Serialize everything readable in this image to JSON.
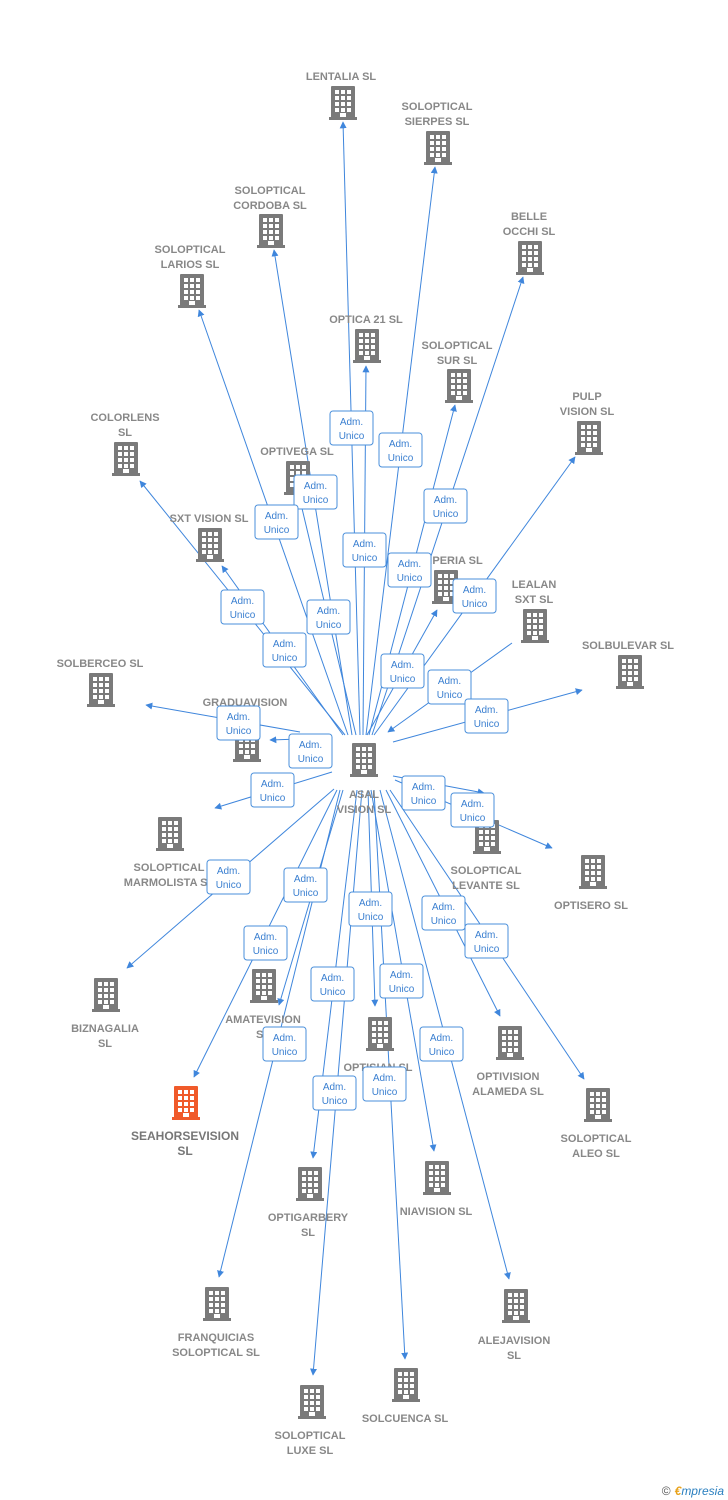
{
  "colors": {
    "edge": "#3f86dc",
    "node": "#7a7a7a",
    "focus_node": "#f05a2a",
    "edge_text": "#3a7fd0"
  },
  "center": {
    "name": [
      "ASAL",
      "VISION  SL"
    ]
  },
  "edge_label": [
    "Adm.",
    "Unico"
  ],
  "nodes": [
    {
      "id": "lentalia",
      "name": [
        "LENTALIA SL"
      ]
    },
    {
      "id": "sierpes",
      "name": [
        "SOLOPTICAL",
        "SIERPES SL"
      ]
    },
    {
      "id": "cordoba",
      "name": [
        "SOLOPTICAL",
        "CORDOBA SL"
      ]
    },
    {
      "id": "belle",
      "name": [
        "BELLE",
        "OCCHI  SL"
      ]
    },
    {
      "id": "larios",
      "name": [
        "SOLOPTICAL",
        "LARIOS SL"
      ]
    },
    {
      "id": "optica21",
      "name": [
        "OPTICA 21 SL"
      ]
    },
    {
      "id": "sur",
      "name": [
        "SOLOPTICAL",
        "SUR SL"
      ]
    },
    {
      "id": "pulp",
      "name": [
        "PULP",
        "VISION  SL"
      ]
    },
    {
      "id": "colorlens",
      "name": [
        "COLORLENS",
        "SL"
      ]
    },
    {
      "id": "optivega",
      "name": [
        "OPTIVEGA SL"
      ]
    },
    {
      "id": "sxt",
      "name": [
        "SXT VISION  SL"
      ]
    },
    {
      "id": "iperia",
      "name": [
        "IPERIA SL"
      ]
    },
    {
      "id": "lealan",
      "name": [
        "LEALAN",
        "SXT  SL"
      ]
    },
    {
      "id": "solbulevar",
      "name": [
        "SOLBULEVAR SL"
      ]
    },
    {
      "id": "solberceo",
      "name": [
        "SOLBERCEO SL"
      ]
    },
    {
      "id": "graduavision",
      "name": [
        "GRADUAVISION"
      ]
    },
    {
      "id": "marmolista",
      "name": [
        "SOLOPTICAL",
        "MARMOLISTA SL"
      ]
    },
    {
      "id": "levante",
      "name": [
        "SOLOPTICAL",
        "LEVANTE SL"
      ]
    },
    {
      "id": "optisero",
      "name": [
        "OPTISERO SL"
      ]
    },
    {
      "id": "biznagalia",
      "name": [
        "BIZNAGALIA",
        "SL"
      ]
    },
    {
      "id": "amatevision",
      "name": [
        "AMATEVISION",
        "SL"
      ]
    },
    {
      "id": "optisian",
      "name": [
        "OPTISIAN SL"
      ]
    },
    {
      "id": "alameda",
      "name": [
        "OPTIVISION",
        "ALAMEDA SL"
      ]
    },
    {
      "id": "seahorse",
      "name": [
        "SEAHORSEVISION",
        "SL"
      ],
      "focus": true
    },
    {
      "id": "aleo",
      "name": [
        "SOLOPTICAL",
        "ALEO SL"
      ]
    },
    {
      "id": "optigarbery",
      "name": [
        "OPTIGARBERY",
        "SL"
      ]
    },
    {
      "id": "niavision",
      "name": [
        "NIAVISION  SL"
      ]
    },
    {
      "id": "franquicias",
      "name": [
        "FRANQUICIAS",
        "SOLOPTICAL SL"
      ]
    },
    {
      "id": "alejavision",
      "name": [
        "ALEJAVISION",
        "SL"
      ]
    },
    {
      "id": "solcuenca",
      "name": [
        "SOLCUENCA SL"
      ]
    },
    {
      "id": "luxe",
      "name": [
        "SOLOPTICAL",
        "LUXE SL"
      ]
    }
  ],
  "footer": {
    "copyright": "©",
    "brand_e": "€",
    "brand_rest": "mpresia"
  }
}
